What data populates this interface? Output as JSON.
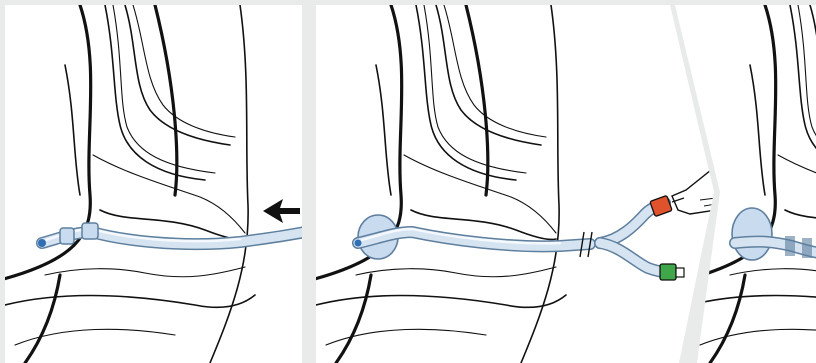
{
  "figure": {
    "panels": [
      {
        "id": "panel-1",
        "step": "insertion"
      },
      {
        "id": "panel-2",
        "step": "balloon-inflation"
      },
      {
        "id": "panel-3",
        "step": "withdrawal"
      }
    ]
  },
  "colors": {
    "background_gutter": "#e9eaea",
    "panel_background": "#ffffff",
    "line_art": "#111111",
    "catheter_outline": "#5e7f9e",
    "catheter_fill": "#d6e4f2",
    "balloon_fill": "#c9dbef",
    "inflation_port": "#e0522b",
    "drainage_port": "#3fa64a",
    "tip_marker": "#2f6fb3"
  },
  "icons": {
    "insertion_arrow": "arrow-left-icon",
    "syringe": "syringe-icon",
    "valve": "luer-valve-icon"
  }
}
